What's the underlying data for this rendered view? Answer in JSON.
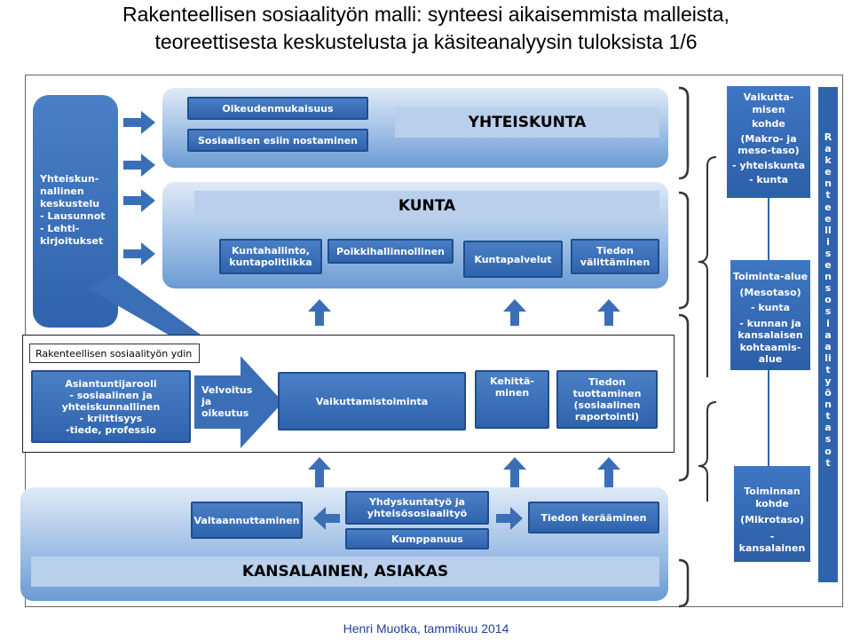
{
  "title": {
    "line1": "Rakenteellisen sosiaalityön malli: synteesi aikaisemmista malleista,",
    "line2": "teoreettisesta keskustelusta ja käsiteanalyysin tuloksista 1/6"
  },
  "left": {
    "public_discussion": [
      "Yhteiskun-",
      "nallinen",
      "keskustelu",
      "- Lausunnot",
      "- Lehti-",
      "kirjoitukset"
    ]
  },
  "society": {
    "band_label": "YHTEISKUNTA",
    "boxes": [
      "Oikeudenmukaisuus",
      "Sosiaalisen esiin nostaminen"
    ]
  },
  "municipality": {
    "band_label": "KUNTA",
    "boxes": [
      [
        "Kuntahallinto,",
        "kuntapolitiikka"
      ],
      [
        "Poikkihallinnollinen"
      ],
      [
        "Kuntapalvelut"
      ],
      [
        "Tiedon",
        "välittäminen"
      ]
    ]
  },
  "core": {
    "label": "Rakenteellisen sosiaalityön ydin",
    "expert": [
      "Asiantuntijarooli",
      "- sosiaalinen ja",
      "yhteiskunnallinen",
      "- kriittisyys",
      "-tiede, professio"
    ],
    "duty": [
      "Velvoitus",
      "ja",
      "oikeutus"
    ],
    "influence": "Vaikuttamistoiminta",
    "development": [
      "Kehittä-",
      "minen"
    ],
    "knowledge": [
      "Tiedon",
      "tuottaminen",
      "(sosiaalinen",
      "raportointi)"
    ]
  },
  "citizen": {
    "band_label": "KANSALAINEN, ASIAKAS",
    "boxes": {
      "empowerment": "Valtaannuttaminen",
      "community": [
        "Yhdyskuntatyö ja",
        "yhteisösosiaalityö"
      ],
      "partnership": "Kumppanuus",
      "collecting": "Tiedon kerääminen"
    }
  },
  "side": {
    "macro": [
      "Vaikutta-",
      "misen",
      "kohde",
      "(Makro- ja",
      "meso-taso)",
      "- yhteiskunta",
      "- kunta"
    ],
    "meso": [
      "Toiminta-alue",
      "(Mesotaso)",
      "- kunta",
      "- kunnan ja",
      "kansalaisen",
      "kohtaamis-",
      "alue"
    ],
    "micro": [
      "Toiminnan",
      "kohde",
      "(Mikrotaso)",
      "-",
      "kansalainen"
    ],
    "vertical": "Rakenteellisen sosiaalityön tasot"
  },
  "footer": "Henri Muotka, tammikuu 2014",
  "colors": {
    "box": "#2f64ad",
    "panel": "#8fb4e0",
    "band": "#b9cfeb"
  }
}
